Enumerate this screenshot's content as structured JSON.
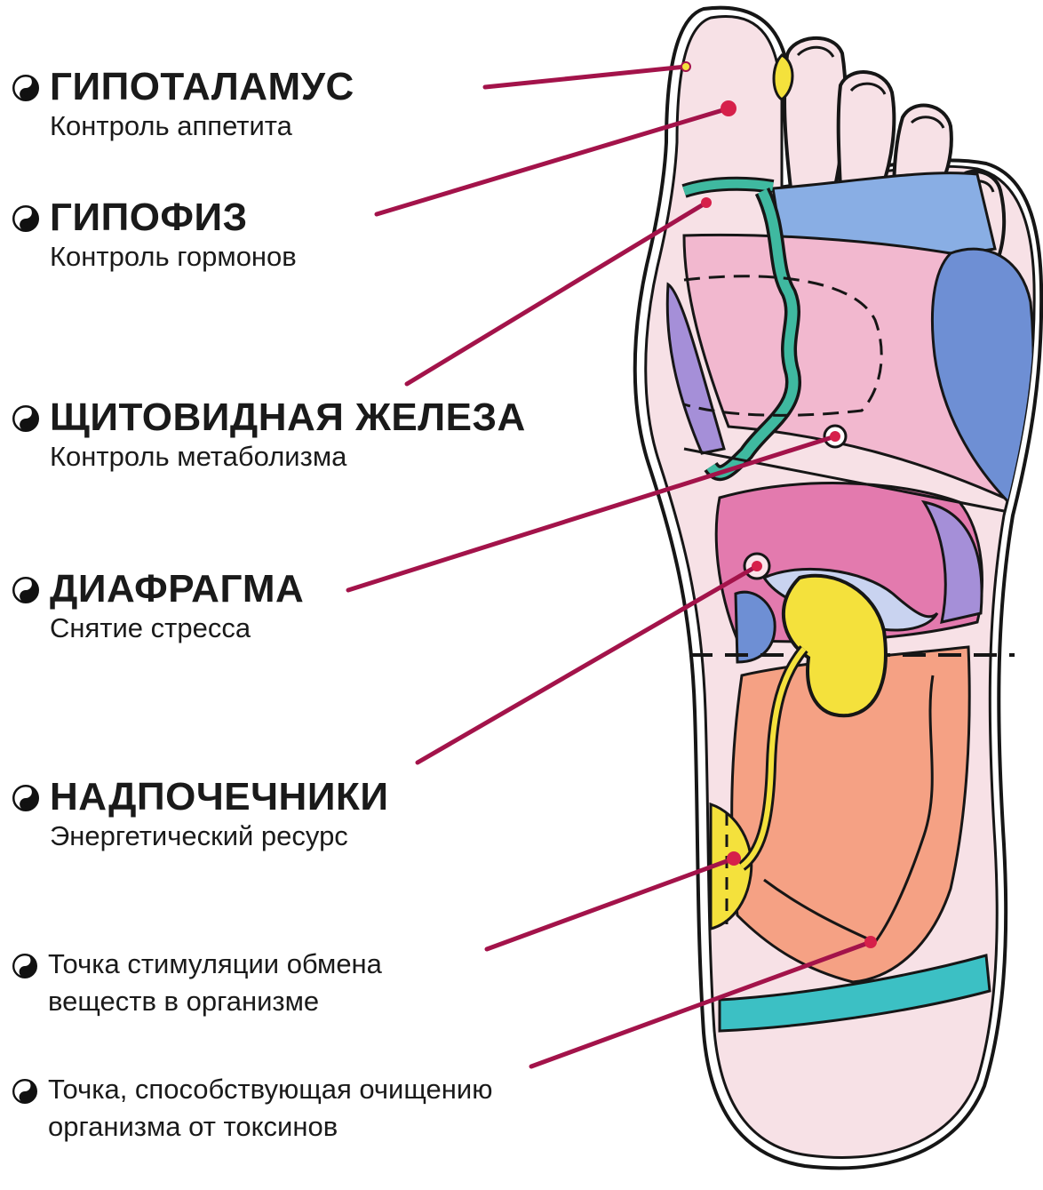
{
  "labels": [
    {
      "title": "ГИПОТАЛАМУС",
      "subtitle": "Контроль аппетита"
    },
    {
      "title": "ГИПОФИЗ",
      "subtitle": "Контроль гормонов"
    },
    {
      "title": "ЩИТОВИДНАЯ ЖЕЛЕЗА",
      "subtitle": "Контроль метаболизма"
    },
    {
      "title": "ДИАФРАГМА",
      "subtitle": "Снятие стресса"
    },
    {
      "title": "НАДПОЧЕЧНИКИ",
      "subtitle": "Энергетический ресурс"
    },
    {
      "line1": "Точка стимуляции обмена",
      "line2": "веществ в организме"
    },
    {
      "line1": "Точка, способствующая очищению",
      "line2": "организма от токсинов"
    }
  ],
  "bullet_icon": "yin-yang-icon",
  "colors": {
    "pointer_line": "#a3134a",
    "point": "#d6204a",
    "outline": "#161616",
    "skin": "#f7e1e6",
    "pink_zone": "#f2b8cf",
    "magenta_zone": "#e37aae",
    "blue_zone": "#6e8fd4",
    "light_blue_zone": "#89aee4",
    "purple_zone": "#a58fd8",
    "teal_band": "#3fb9a0",
    "yellow_zone": "#f4e13c",
    "orange_zone": "#f5a184",
    "cyan_band": "#3cc0c4"
  }
}
